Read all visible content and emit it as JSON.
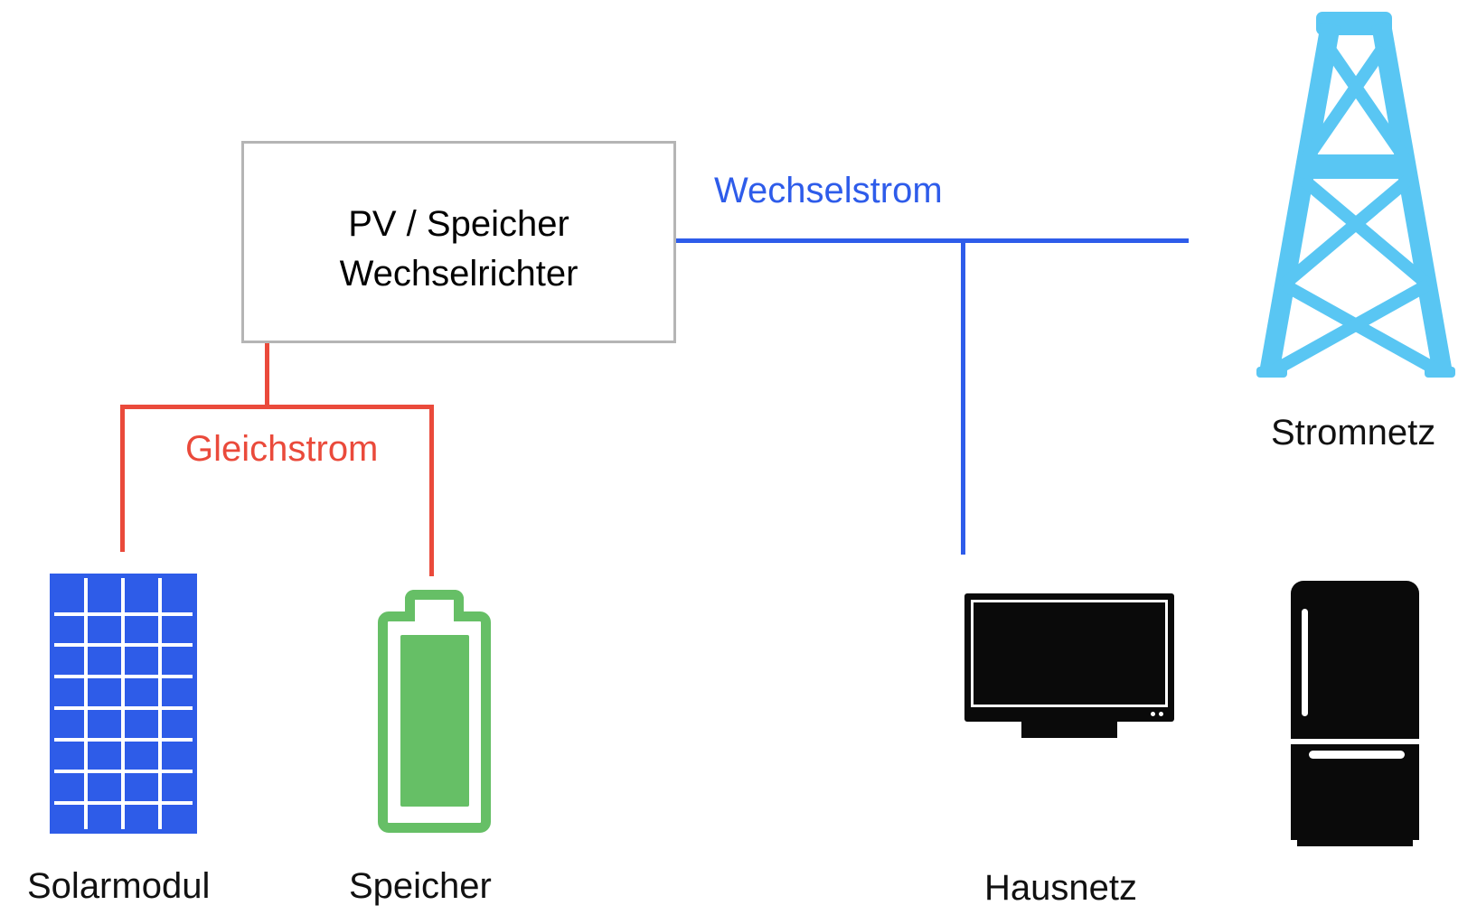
{
  "diagram": {
    "inverter_box": {
      "label_line1": "PV / Speicher",
      "label_line2": "Wechselrichter"
    },
    "flows": {
      "ac_label": "Wechselstrom",
      "dc_label": "Gleichstrom"
    },
    "components": {
      "solar_label": "Solarmodul",
      "battery_label": "Speicher",
      "house_label": "Hausnetz",
      "grid_label": "Stromnetz"
    },
    "icons": {
      "solar": "solar-panel-icon",
      "battery": "battery-icon",
      "house_tv": "tv-icon",
      "house_fridge": "fridge-icon",
      "grid": "transmission-tower-icon"
    },
    "colors": {
      "dc_line": "#ea4a3b",
      "ac_line": "#2e5cea",
      "solar_panel": "#2e5ce8",
      "battery": "#66bf66",
      "grid_tower": "#59c6f3",
      "appliance": "#0a0a0a",
      "box_border": "#b5b5b5",
      "label_text": "#111111"
    }
  }
}
